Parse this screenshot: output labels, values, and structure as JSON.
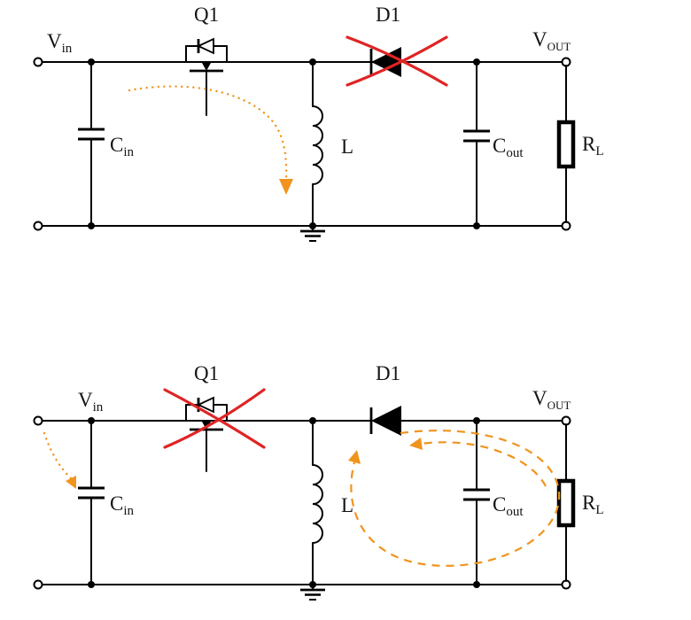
{
  "colors": {
    "wire": "#000000",
    "cross": "#e02424",
    "current_arrow": "#f0941e"
  },
  "top_circuit": {
    "labels": {
      "vin_main": "V",
      "vin_sub": "in",
      "q1": "Q1",
      "d1": "D1",
      "vout_main": "V",
      "vout_sub": "OUT",
      "cin_main": "C",
      "cin_sub": "in",
      "inductor": "L",
      "cout_main": "C",
      "cout_sub": "out",
      "rl_main": "R",
      "rl_sub": "L"
    },
    "crossed_out": "D1"
  },
  "bottom_circuit": {
    "labels": {
      "vin_main": "V",
      "vin_sub": "in",
      "q1": "Q1",
      "d1": "D1",
      "vout_main": "V",
      "vout_sub": "OUT",
      "cin_main": "C",
      "cin_sub": "in",
      "inductor": "L",
      "cout_main": "C",
      "cout_sub": "out",
      "rl_main": "R",
      "rl_sub": "L"
    },
    "crossed_out": "Q1"
  }
}
